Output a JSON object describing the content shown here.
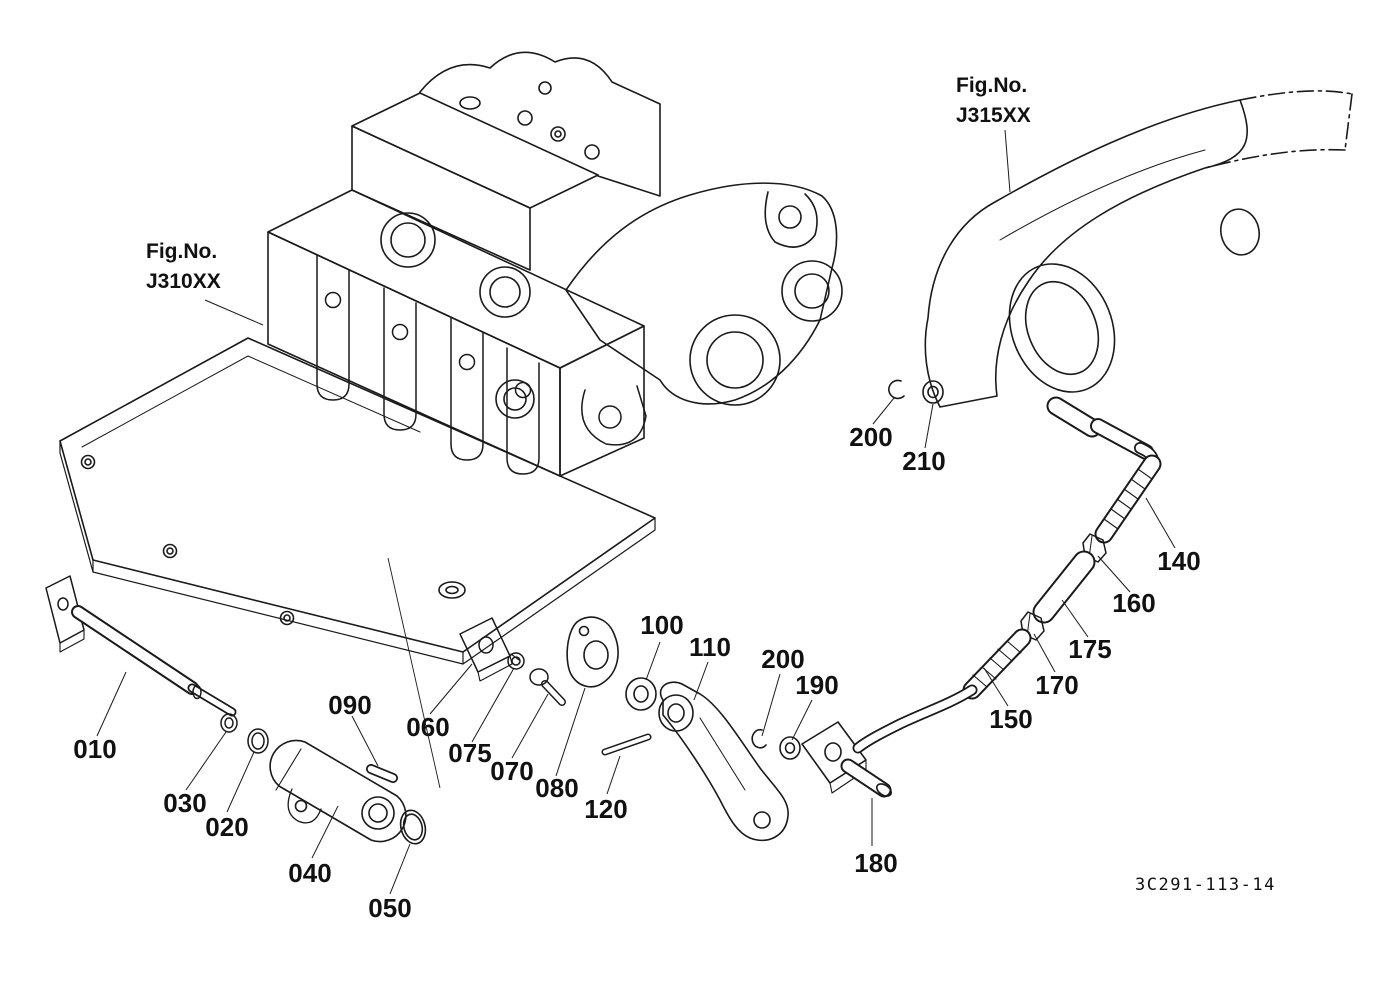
{
  "diagram": {
    "figure_refs": {
      "left": {
        "prefix": "Fig.No.",
        "code": "J310XX"
      },
      "right": {
        "prefix": "Fig.No.",
        "code": "J315XX"
      }
    },
    "callouts": {
      "c010": "010",
      "c020": "020",
      "c030": "030",
      "c040": "040",
      "c050": "050",
      "c060": "060",
      "c070": "070",
      "c075": "075",
      "c080": "080",
      "c090": "090",
      "c100": "100",
      "c110": "110",
      "c120": "120",
      "c140": "140",
      "c150": "150",
      "c160": "160",
      "c170": "170",
      "c175": "175",
      "c180": "180",
      "c190": "190",
      "c200_upper": "200",
      "c200_mid": "200",
      "c210": "210"
    },
    "drawing_number": "3C291-113-14",
    "colors": {
      "line": "#1a1a1a",
      "background": "#ffffff"
    }
  }
}
